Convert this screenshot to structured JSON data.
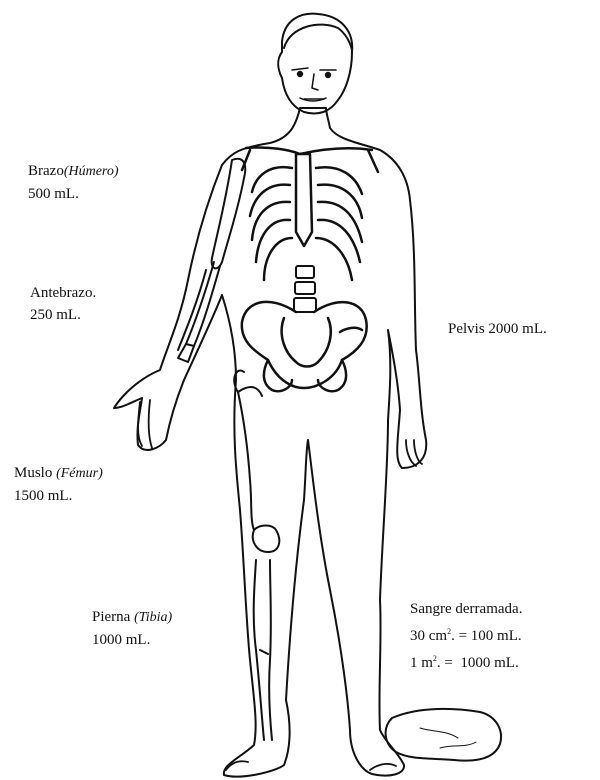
{
  "labels": {
    "brazo": {
      "name": "Brazo",
      "bone": "(Húmero)",
      "volume": "500 mL."
    },
    "antebrazo": {
      "name": "Antebrazo.",
      "volume": "250 mL."
    },
    "pelvis": {
      "text": "Pelvis 2000 mL."
    },
    "muslo": {
      "name": "Muslo",
      "bone": "(Fémur)",
      "volume": "1500 mL."
    },
    "pierna": {
      "name": "Pierna",
      "bone": "(Tibia)",
      "volume": "1000 mL."
    },
    "sangre": {
      "title": "Sangre derramada.",
      "line1_value": "30 cm",
      "line1_rest": ". = 100 mL.",
      "line2_value": "1 m",
      "line2_rest": ". =  1000 mL.",
      "exponent": "2"
    }
  }
}
